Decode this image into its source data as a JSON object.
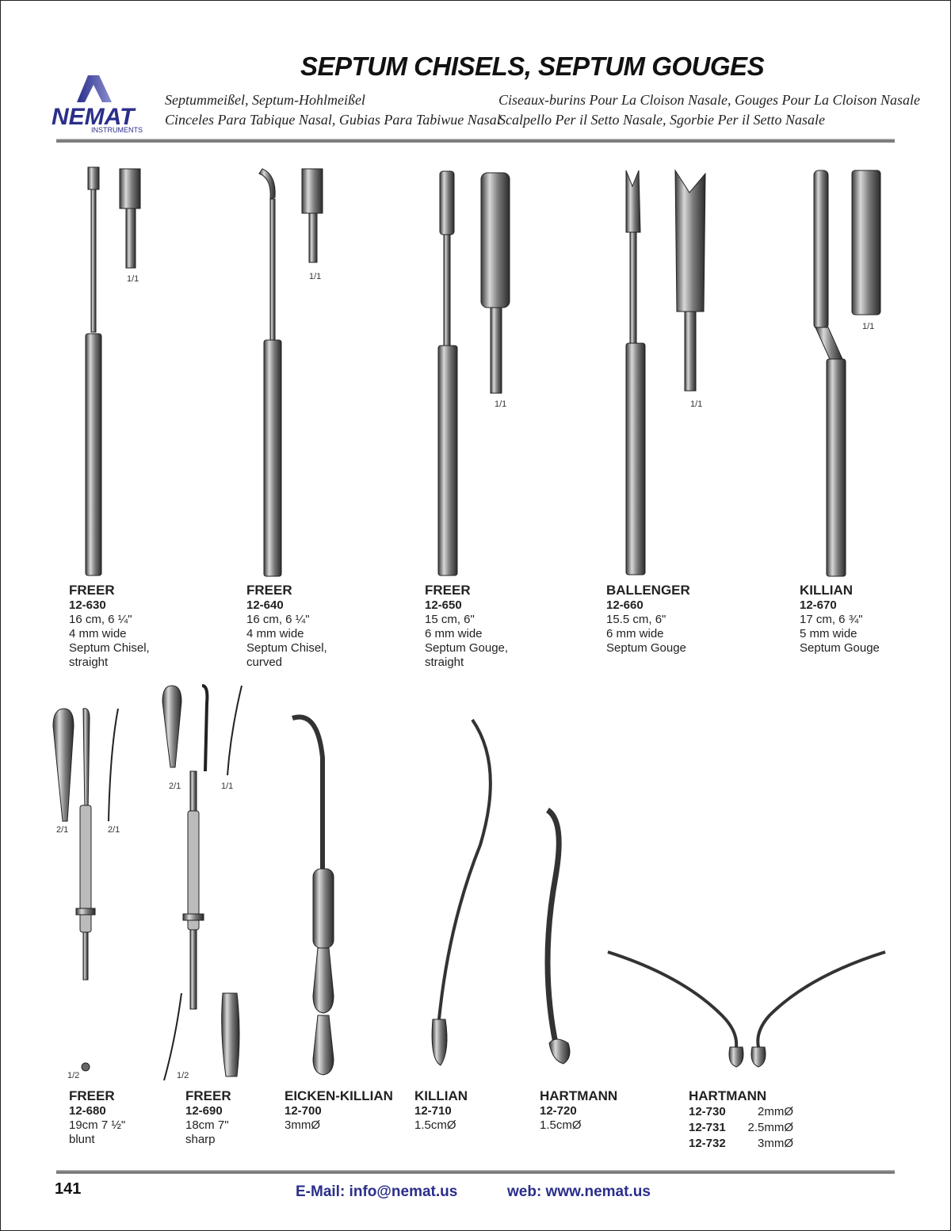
{
  "header": {
    "title": "SEPTUM CHISELS, SEPTUM GOUGES",
    "subtitles": [
      "Septummeißel, Septum-Hohlmeißel",
      "Cinceles Para Tabique Nasal, Gubias Para Tabiwue Nasal",
      "Ciseaux-burins Pour La Cloison Nasale, Gouges Pour La Cloison Nasale",
      "Scalpello Per il Setto Nasale, Sgorbie Per il Setto Nasale"
    ],
    "logo": {
      "brand": "NEMAT",
      "tagline": "INSTRUMENTS"
    }
  },
  "colors": {
    "brand": "#2a2e8a",
    "rule": "#777777"
  },
  "top_row": [
    {
      "name": "FREER",
      "code": "12-630",
      "size": "16 cm, 6 ¼\"",
      "width": "4 mm wide",
      "desc1": "Septum Chisel,",
      "desc2": "straight",
      "scale": "1/1"
    },
    {
      "name": "FREER",
      "code": "12-640",
      "size": "16 cm, 6 ¼\"",
      "width": "4 mm wide",
      "desc1": "Septum Chisel,",
      "desc2": "curved",
      "scale": "1/1"
    },
    {
      "name": "FREER",
      "code": "12-650",
      "size": "15 cm, 6\"",
      "width": "6 mm wide",
      "desc1": "Septum Gouge,",
      "desc2": "straight",
      "scale": "1/1"
    },
    {
      "name": "BALLENGER",
      "code": "12-660",
      "size": "15.5 cm, 6\"",
      "width": "6 mm wide",
      "desc1": "Septum Gouge",
      "scale": "1/1"
    },
    {
      "name": "KILLIAN",
      "code": "12-670",
      "size": "17 cm, 6 ¾\"",
      "width": "5 mm wide",
      "desc1": "Septum Gouge",
      "scale": "1/1"
    }
  ],
  "bottom_row": [
    {
      "name": "FREER",
      "code": "12-680",
      "size": "19cm 7 ½\"",
      "desc": "blunt",
      "scales": [
        "2/1",
        "2/1",
        "1/2"
      ]
    },
    {
      "name": "FREER",
      "code": "12-690",
      "size": "18cm 7\"",
      "desc": "sharp",
      "scales": [
        "2/1",
        "1/1",
        "1/2"
      ]
    },
    {
      "name": "EICKEN-KILLIAN",
      "code": "12-700",
      "size": "3mmØ"
    },
    {
      "name": "KILLIAN",
      "code": "12-710",
      "size": "1.5cmØ"
    },
    {
      "name": "HARTMANN",
      "code": "12-720",
      "size": "1.5cmØ"
    },
    {
      "name": "HARTMANN",
      "variants": [
        {
          "code": "12-730",
          "size": "2mmØ"
        },
        {
          "code": "12-731",
          "size": "2.5mmØ"
        },
        {
          "code": "12-732",
          "size": "3mmØ"
        }
      ]
    }
  ],
  "footer": {
    "page": "141",
    "email": "E-Mail: info@nemat.us",
    "web": "web: www.nemat.us"
  }
}
